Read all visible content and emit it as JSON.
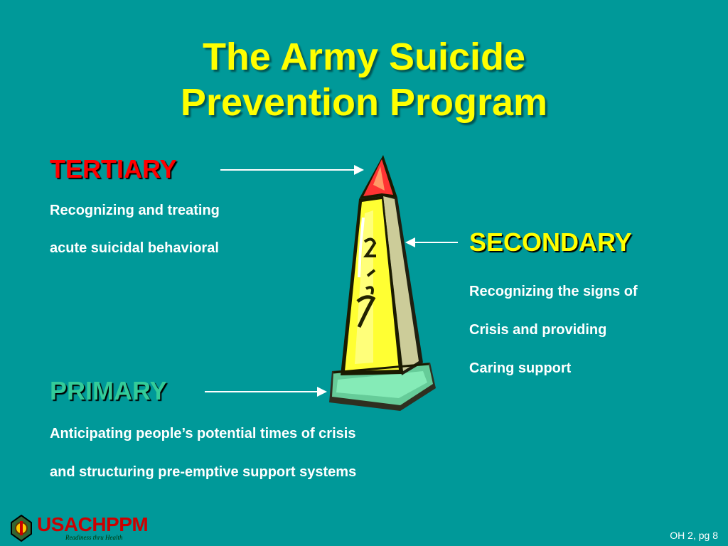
{
  "slide": {
    "title_line1": "The Army Suicide",
    "title_line2": "Prevention Program"
  },
  "tertiary": {
    "heading": "TERTIARY",
    "line1": "Recognizing and treating",
    "line2": "acute suicidal behavioral"
  },
  "secondary": {
    "heading": "SECONDARY",
    "line1": "Recognizing the signs of",
    "line2": "Crisis and  providing",
    "line3": "Caring support"
  },
  "primary": {
    "heading": "PRIMARY",
    "line1": "Anticipating people’s potential times of crisis",
    "line2": "and structuring pre-emptive support systems"
  },
  "footer": {
    "logo_text": "USACHPPM",
    "logo_tagline": "Readiness thru Health",
    "page_ref": "OH 2, pg 8"
  },
  "colors": {
    "background": "#009999",
    "title": "#ffff00",
    "tertiary": "#ff0000",
    "secondary": "#ffff00",
    "primary": "#33cc99",
    "text": "#ffffff"
  },
  "icons": {
    "monument": "monument-obelisk-icon",
    "logo_emblem": "usachppm-emblem-icon"
  }
}
